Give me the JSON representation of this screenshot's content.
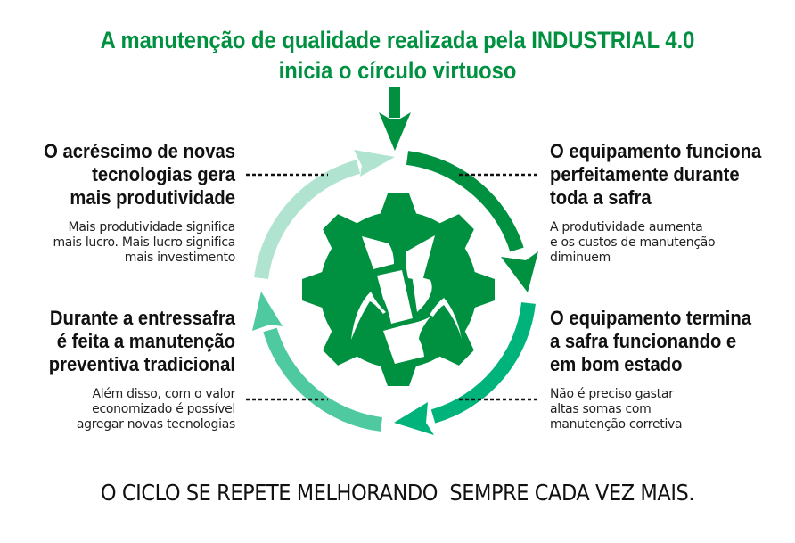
{
  "title": {
    "line1": "A manutenção de qualidade realizada pela INDUSTRIAL 4.0",
    "line2": "inicia o círculo virtuoso"
  },
  "steps": [
    {
      "position": "top-right",
      "heading": [
        "O equipamento funciona",
        "perfeitamente durante",
        "toda a safra"
      ],
      "body": [
        "A produtividade aumenta",
        "e os custos de manutenção",
        "diminuem"
      ]
    },
    {
      "position": "bottom-right",
      "heading": [
        "O equipamento termina",
        "a safra funcionando e",
        "em bom estado"
      ],
      "body": [
        "Não é preciso gastar",
        "altas somas com",
        "manutenção corretiva"
      ]
    },
    {
      "position": "bottom-left",
      "heading": [
        "Durante a entressafra",
        "é feita a manutenção",
        "preventiva tradicional"
      ],
      "body": [
        "Além disso, com o valor",
        "economizado é possível",
        "agregar novas tecnologias"
      ]
    },
    {
      "position": "top-left",
      "heading": [
        "O acréscimo de novas",
        "tecnologias gera",
        "mais produtividade"
      ],
      "body": [
        "Mais produtividade significa",
        "mais lucro. Mais lucro significa",
        "mais investimento"
      ]
    }
  ],
  "footer": "O CICLO SE REPETE MELHORANDO  SEMPRE CADA VEZ MAIS.",
  "icons": {
    "center": "gear-with-plant-icon",
    "entry": "down-arrow-icon",
    "cycle": "circular-arrows-icon"
  },
  "colors": {
    "brand_green": "#009140",
    "arrow_top_right": "#009140",
    "arrow_bottom_right": "#00b37a",
    "arrow_bottom_left": "#4fc9a0",
    "arrow_top_left": "#b0e3d0",
    "text": "#111111"
  }
}
